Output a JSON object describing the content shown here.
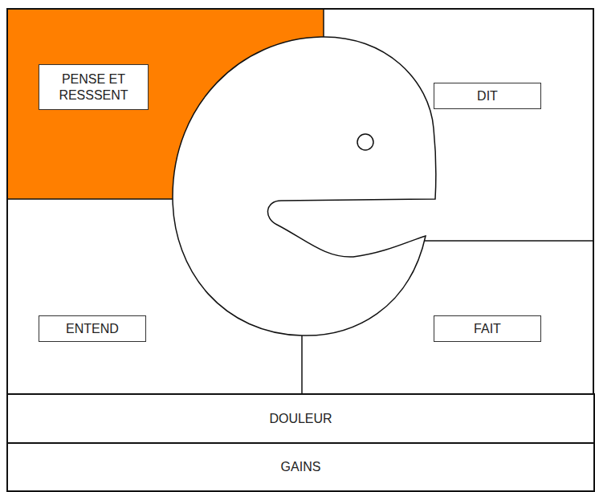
{
  "diagram": {
    "nodes": [
      {
        "text": [
          "PENSE ET RESSSENT"
        ]
      },
      {
        "text": [
          "DIT"
        ]
      },
      {
        "text": [
          "ENTEND"
        ]
      },
      {
        "text": [
          "FAIT"
        ]
      },
      {
        "text": [
          "DOULEUR"
        ]
      },
      {
        "text": [
          "GAINS"
        ]
      }
    ]
  }
}
